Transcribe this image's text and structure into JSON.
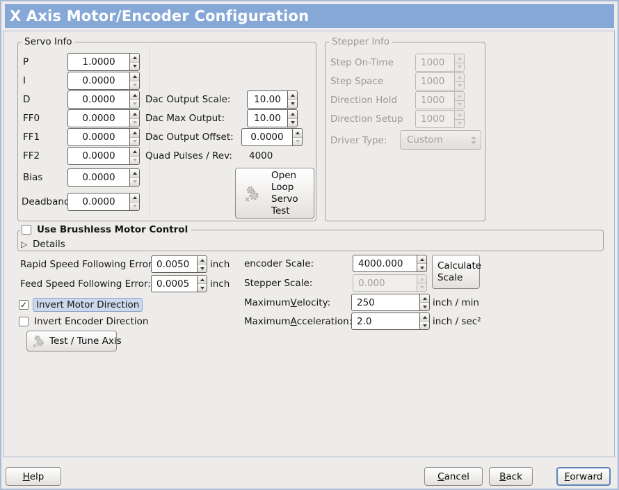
{
  "window": {
    "title": "X Axis Motor/Encoder Configuration"
  },
  "icons": {
    "expander_collapsed": "▷",
    "checkmark": "✓"
  },
  "colors": {
    "titlebar": "#85a8d6",
    "window_border": "#a9bad6",
    "focus_highlight": "#ccd8ec"
  },
  "servo_info": {
    "title": "Servo Info",
    "pid_fields": [
      {
        "label": "P",
        "value": "1.0000"
      },
      {
        "label": "I",
        "value": "0.0000"
      },
      {
        "label": "D",
        "value": "0.0000"
      },
      {
        "label": "FF0",
        "value": "0.0000"
      },
      {
        "label": "FF1",
        "value": "0.0000"
      },
      {
        "label": "FF2",
        "value": "0.0000"
      },
      {
        "label": "Bias",
        "value": "0.0000"
      },
      {
        "label": "Deadband",
        "value": "0.0000"
      }
    ],
    "dac_fields": [
      {
        "label": "Dac Output Scale:",
        "value": "10.00"
      },
      {
        "label": "Dac Max Output:",
        "value": "10.00"
      },
      {
        "label": "Dac Output Offset:",
        "value": "0.0000"
      }
    ],
    "quad_pulses": {
      "label": "Quad Pulses / Rev:",
      "value": "4000"
    },
    "open_loop_button": "Open\nLoop\nServo\nTest"
  },
  "stepper_info": {
    "title": "Stepper Info",
    "fields": [
      {
        "label": "Step On-Time",
        "value": "1000"
      },
      {
        "label": "Step Space",
        "value": "1000"
      },
      {
        "label": "Direction Hold",
        "value": "1000"
      },
      {
        "label": "Direction Setup",
        "value": "1000"
      }
    ],
    "driver_type": {
      "label": "Driver Type:",
      "value": "Custom"
    }
  },
  "brushless": {
    "checkbox_label": "Use Brushless Motor Control",
    "details_label": "Details"
  },
  "following_error": {
    "rapid": {
      "label": "Rapid Speed Following Error:",
      "value": "0.0050",
      "unit": "inch"
    },
    "feed": {
      "label": "Feed Speed Following Error:",
      "value": "0.0005",
      "unit": "inch"
    }
  },
  "scales": {
    "encoder": {
      "label": "encoder Scale:",
      "value": "4000.000"
    },
    "stepper": {
      "label": "Stepper Scale:",
      "value": "0.000"
    },
    "calculate_button": "Calculate\nScale",
    "max_velocity": {
      "label_pre": "Maximum ",
      "label_u": "V",
      "label_post": "elocity:",
      "value": "250",
      "unit": "inch / min"
    },
    "max_acceleration": {
      "label_pre": "Maximum ",
      "label_u": "A",
      "label_post": "cceleration:",
      "value": "2.0",
      "unit": "inch / sec²"
    }
  },
  "direction": {
    "invert_motor": {
      "label": "Invert Motor Direction"
    },
    "invert_encoder": {
      "label": "Invert Encoder Direction"
    },
    "test_tune_button": "Test / Tune Axis"
  },
  "footer": {
    "help": {
      "pre": "",
      "u": "H",
      "post": "elp"
    },
    "cancel": {
      "pre": "",
      "u": "C",
      "post": "ancel"
    },
    "back": {
      "pre": "",
      "u": "B",
      "post": "ack"
    },
    "forward": {
      "pre": "",
      "u": "F",
      "post": "orward"
    }
  }
}
